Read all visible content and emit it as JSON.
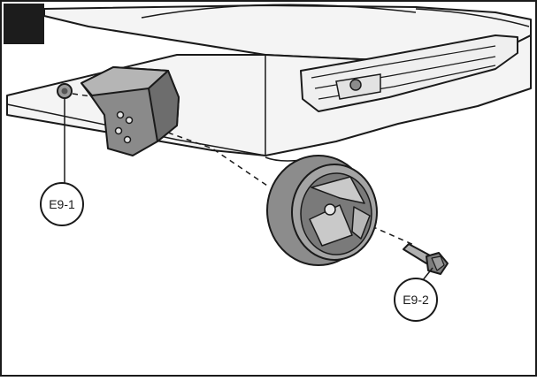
{
  "callouts": [
    {
      "id": "E9-1",
      "label": "E9-1"
    },
    {
      "id": "E9-2",
      "label": "E9-2"
    }
  ],
  "colors": {
    "line": "#1a1a1a",
    "panel_fill": "#f4f4f4",
    "bracket_fill": "#8a8a8a",
    "wheel_fill": "#8c8c8c",
    "step_badge": "#1c1c1c"
  }
}
